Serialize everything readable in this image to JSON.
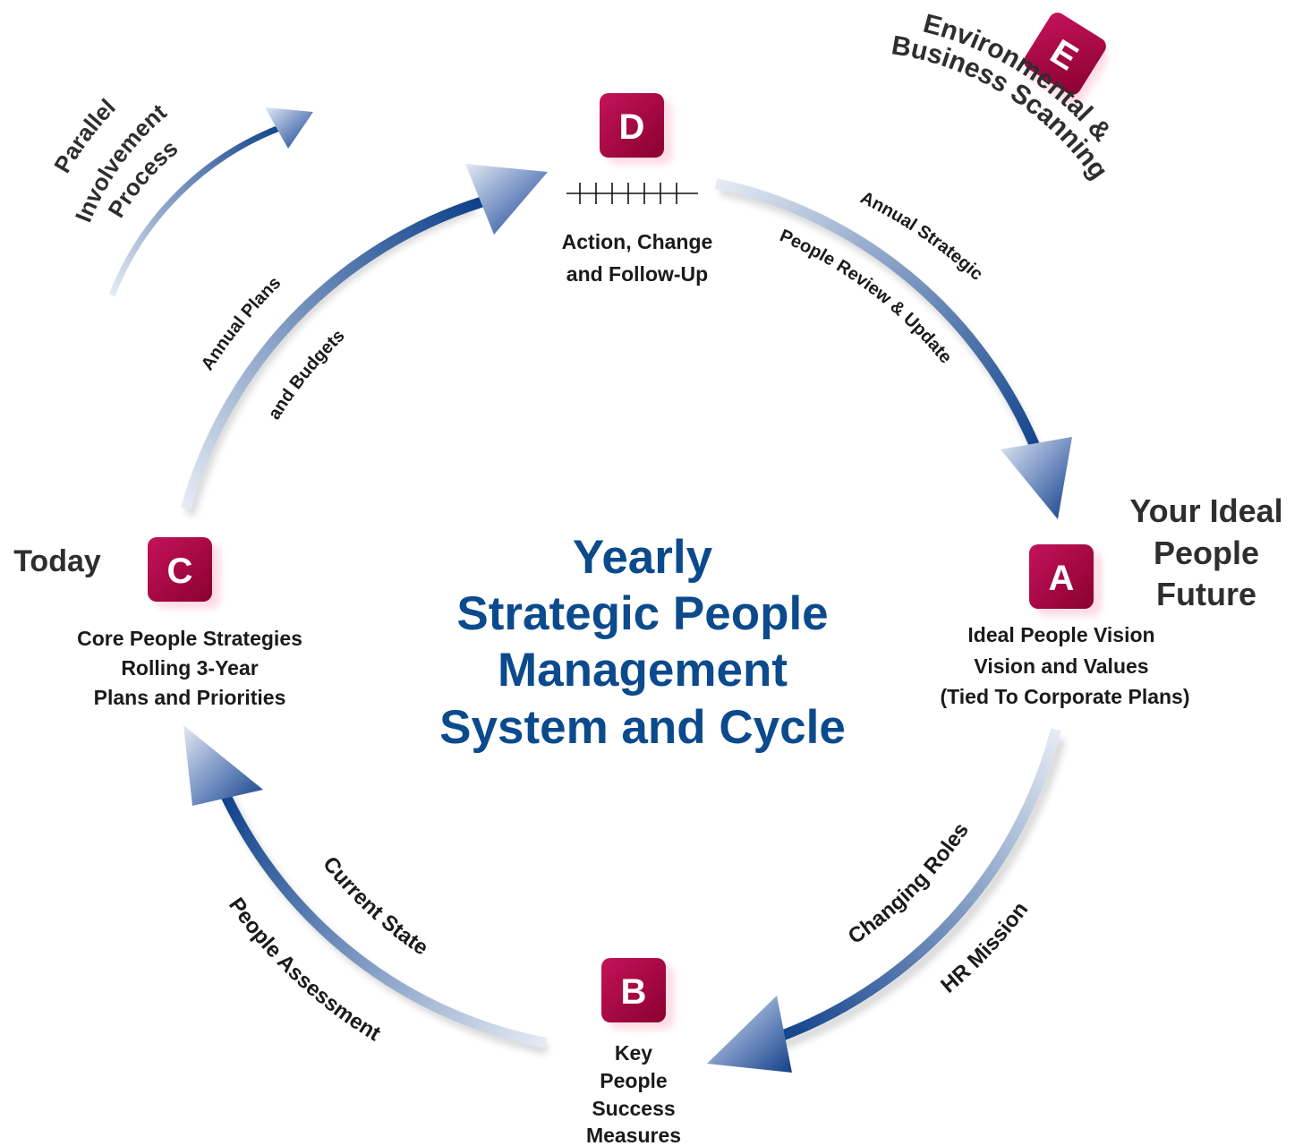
{
  "center_title": [
    "Yearly",
    "Strategic People",
    "Management",
    "System and Cycle"
  ],
  "badges": {
    "A": "A",
    "B": "B",
    "C": "C",
    "D": "D",
    "E": "E"
  },
  "nodes": {
    "A": {
      "heading": [
        "Your Ideal",
        "People",
        "Future"
      ],
      "lines": [
        "Ideal People Vision",
        "Vision and Values",
        "(Tied To Corporate Plans)"
      ]
    },
    "B": {
      "lines": [
        "Key",
        "People",
        "Success",
        "Measures"
      ]
    },
    "C": {
      "heading": "Today",
      "lines": [
        "Core People Strategies",
        "Rolling 3-Year",
        "Plans and Priorities"
      ]
    },
    "D": {
      "lines": [
        "Action, Change",
        "and Follow-Up"
      ]
    },
    "E": {
      "heading": [
        "Environmental &",
        "Business Scanning"
      ]
    }
  },
  "arrow_labels": {
    "d_to_a": [
      "Annual Strategic",
      "People Review & Update"
    ],
    "a_to_b": [
      "Changing Roles",
      "HR Mission"
    ],
    "b_to_c": [
      "Current State",
      "People Assessment"
    ],
    "c_to_d": [
      "Annual Plans",
      "and Budgets"
    ]
  },
  "parallel": [
    "Parallel",
    "Involvement",
    "Process"
  ],
  "colors": {
    "arrow_dark": "#0c3f8a",
    "arrow_light": "#dfe5f1",
    "badge": "#a3003a",
    "center_text": "#0b4a8c"
  }
}
